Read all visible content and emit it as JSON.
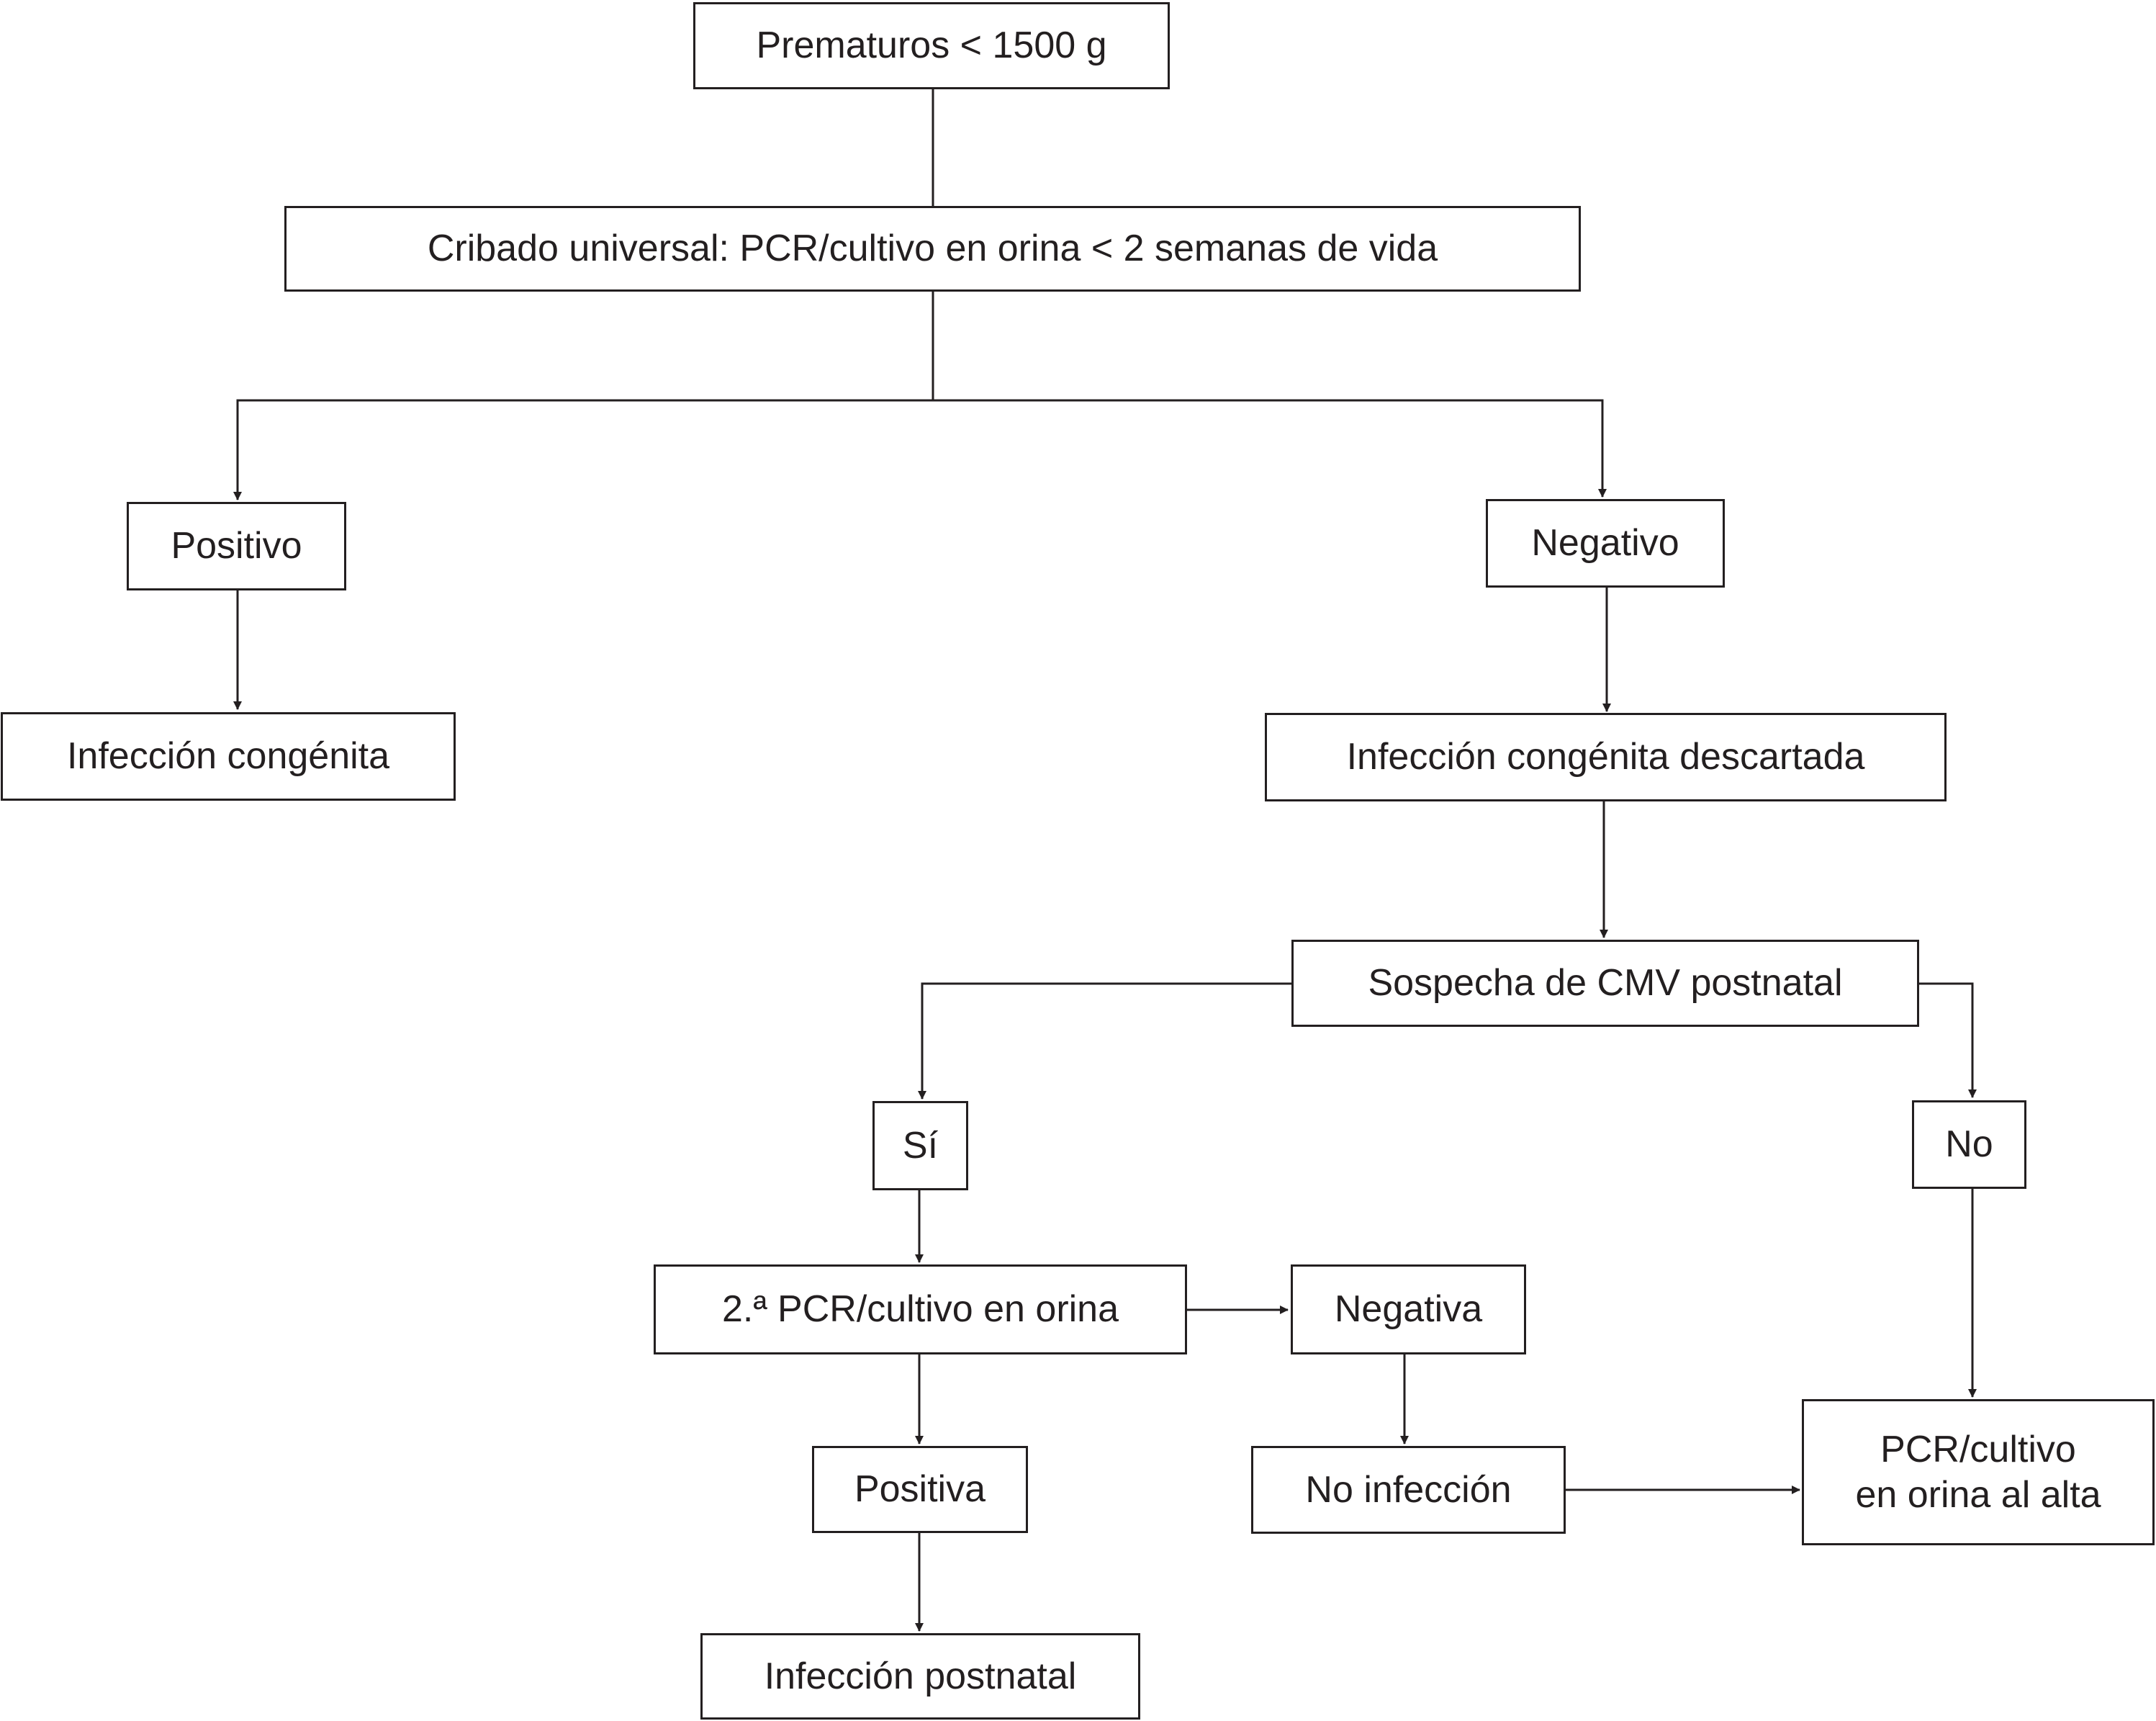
{
  "nodes": {
    "start": "Prematuros < 1500 g",
    "screening": "Cribado universal: PCR/cultivo en orina < 2 semanas de vida",
    "positive": "Positivo",
    "negative": "Negativo",
    "congenital_infection": "Infección congénita",
    "congenital_ruled_out": "Infección congénita descartada",
    "suspicion": "Sospecha de CMV postnatal",
    "yes": "Sí",
    "no": "No",
    "second_pcr": "2.ª PCR/cultivo en orina",
    "negativa": "Negativa",
    "positiva": "Positiva",
    "no_infection": "No infección",
    "discharge_line1": "PCR/cultivo",
    "discharge_line2": "en orina al alta",
    "postnatal_infection": "Infección postnatal"
  },
  "colors": {
    "stroke": "#231f20",
    "text": "#231f20",
    "background": "#ffffff"
  }
}
